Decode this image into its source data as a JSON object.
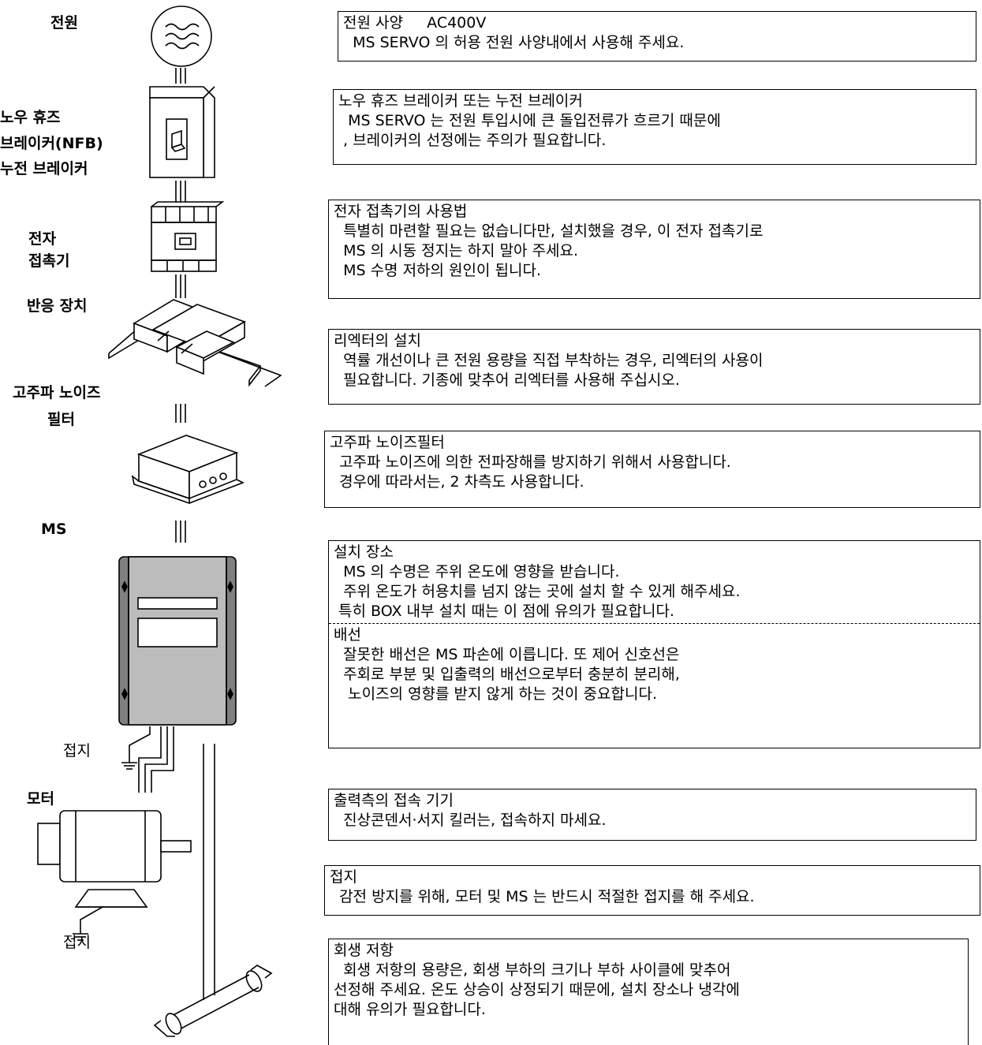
{
  "labels": {
    "power": "전원",
    "nfb1": "노우 휴즈",
    "nfb2": "브레이커(NFB)",
    "nfb3": "누전 브레이커",
    "contactor1": "전자",
    "contactor2": "접촉기",
    "reactor": "반응 장치",
    "filter1": "고주파 노이즈",
    "filter2": "필터",
    "ms": "MS",
    "ground1": "접지",
    "motor": "모터",
    "ground2": "접지"
  },
  "boxes": {
    "power": {
      "title": "전원 사양     AC400V",
      "lines": [
        "  MS SERVO 의 허용 전원 사양내에서 사용해 주세요."
      ]
    },
    "breaker": {
      "title": "노우 휴즈 브레이커 또는 누전 브레이커",
      "lines": [
        "  MS SERVO 는 전원 투입시에 큰 돌입전류가 흐르기 때문에",
        " , 브레이커의 선정에는 주의가 필요합니다."
      ]
    },
    "contactor": {
      "title": "전자 접촉기의 사용법",
      "lines": [
        "  특별히 마련할 필요는 없습니다만, 설치했을 경우, 이 전자 접촉기로",
        "  MS 의 시동 정지는 하지 말아 주세요.",
        "  MS 수명 저하의 원인이 됩니다."
      ]
    },
    "reactor": {
      "title": "리엑터의 설치",
      "lines": [
        "  역률 개선이나 큰 전원 용량을 직접 부착하는 경우, 리엑터의 사용이",
        "  필요합니다. 기종에 맞추어 리엑터를 사용해 주십시오."
      ]
    },
    "filter": {
      "title": "고주파 노이즈필터",
      "lines": [
        "  고주파 노이즈에 의한 전파장해를 방지하기 위해서 사용합니다.",
        "  경우에 따라서는, 2 차측도 사용합니다."
      ]
    },
    "install": {
      "title": "설치 장소",
      "lines": [
        "  MS 의 수명은 주위 온도에 영향을 받습니다.",
        "  주위 온도가 허용치를 넘지 않는 곳에 설치 할 수 있게 해주세요.",
        " 특히 BOX 내부 설치 때는 이 점에 유의가 필요합니다."
      ]
    },
    "wiring": {
      "title": "배선",
      "lines": [
        "  잘못한 배선은 MS 파손에 이릅니다. 또 제어 신호선은",
        "  주회로 부분 및 입출력의 배선으로부터 충분히 분리해,",
        "   노이즈의 영향를 받지 않게 하는 것이 중요합니다."
      ]
    },
    "output": {
      "title": "출력측의 접속 기기",
      "lines": [
        "  진상콘덴서·서지 킬러는, 접속하지 마세요."
      ]
    },
    "ground": {
      "title": "접지",
      "lines": [
        "  감전 방지를 위해, 모터 및 MS 는 반드시 적절한 접지를 해 주세요."
      ]
    },
    "regen": {
      "title": "회생 저항",
      "lines": [
        "  회생 저항의 용량은, 회생 부하의 크기나 부하 사이클에 맞추어",
        "선정해 주세요. 온도 상승이 상정되기 때문에, 설치 장소나 냉각에",
        "대해 유의가 필요합니다."
      ]
    }
  }
}
